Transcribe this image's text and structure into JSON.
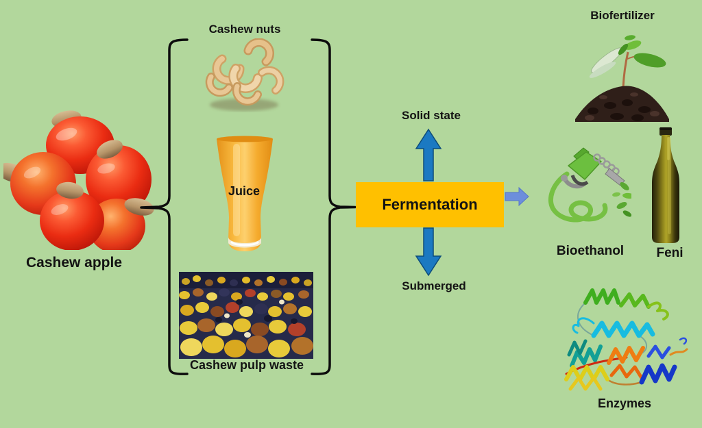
{
  "colors": {
    "bg": "#b2d79c",
    "box-fill": "#ffc000",
    "arrow-blue": "#1b79c2",
    "arrow-outline": "#0d4c7a",
    "connector-blue": "#6c8edc",
    "ink": "#131313",
    "brace": "#0c0c0c"
  },
  "diagram": {
    "source": {
      "label": "Cashew apple"
    },
    "inputs": [
      {
        "label": "Cashew nuts"
      },
      {
        "label": "Juice"
      },
      {
        "label": "Cashew pulp waste"
      }
    ],
    "process": {
      "label": "Fermentation",
      "modes": [
        {
          "label": "Solid state",
          "direction": "up"
        },
        {
          "label": "Submerged",
          "direction": "down"
        }
      ]
    },
    "outputs": [
      {
        "label": "Biofertilizer"
      },
      {
        "label": "Bioethanol"
      },
      {
        "label": "Feni"
      },
      {
        "label": "Enzymes"
      }
    ]
  }
}
